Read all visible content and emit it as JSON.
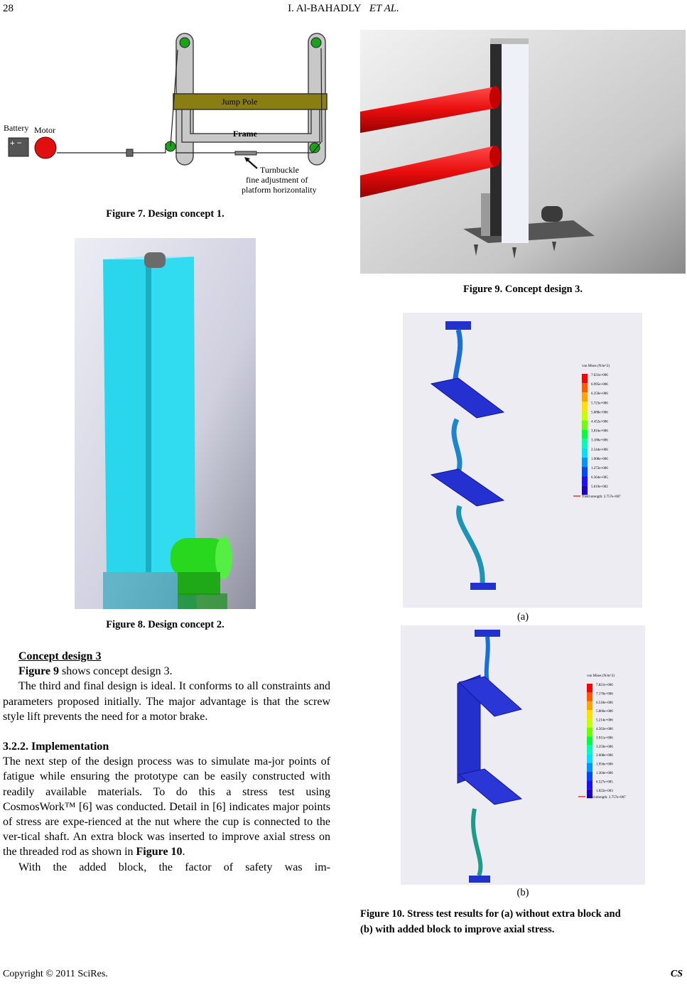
{
  "header": {
    "page_number": "28",
    "authors": "I. Al-BAHADLY",
    "et_al": "ET AL."
  },
  "figure7": {
    "caption": "Figure 7. Design concept 1.",
    "labels": {
      "battery": "Battery",
      "motor": "Motor",
      "jump_pole": "Jump Pole",
      "frame": "Frame",
      "turnbuckle": "Turnbuckle",
      "fine_adjustment": "fine adjustment of",
      "platform": "platform horizontality"
    }
  },
  "figure8": {
    "caption": "Figure 8. Design concept 2."
  },
  "figure9": {
    "caption": "Figure 9. Concept design 3."
  },
  "figure10": {
    "sub_a": "(a)",
    "sub_b": "(b)",
    "caption_line1": "Figure 10. Stress test results for (a) without extra block and",
    "caption_line2": "(b) with added block to improve axial stress.",
    "legend_a": {
      "title": "von Mises (N/m^2)",
      "values": [
        "7.631e+006",
        "6.995e+006",
        "6.359e+006",
        "5.723e+006",
        "5.088e+006",
        "4.452e+006",
        "3.816e+006",
        "3.180e+006",
        "2.544e+006",
        "1.908e+006",
        "1.272e+006",
        "6.364e+005",
        "5.619e+002"
      ],
      "yield": "Yield strength: 2.757e+007"
    },
    "legend_b": {
      "title": "von Mises (N/m^2)",
      "values": [
        "7.821e+006",
        "7.170e+006",
        "6.518e+006",
        "5.866e+006",
        "5.214e+006",
        "4.563e+006",
        "3.911e+006",
        "3.259e+006",
        "2.608e+006",
        "1.956e+006",
        "1.304e+006",
        "6.527e+005",
        "1.022e+003"
      ],
      "yield": "Yield strength: 2.757e+007"
    }
  },
  "body": {
    "heading": "Concept design 3",
    "fig9_ref": "Figure 9",
    "fig9_rest": " shows concept design 3.",
    "para1": "The third and final design is ideal. It conforms to all constraints and parameters proposed initially. The major advantage is that the screw style lift prevents the need for a motor brake.",
    "section_heading": "3.2.2. Implementation",
    "para2_start": "The next step of the design process was to simulate ma-jor points of fatigue while ensuring the prototype can be easily constructed with readily available materials. To do this a stress test using CosmosWork™ [6] was conducted. Detail in [6] indicates major points of stress are expe-rienced at the nut where the cup is connected to the ver-tical shaft. An extra block was inserted to improve axial stress on the threaded rod as shown in ",
    "fig10_ref": "Figure 10",
    "para2_end": ".",
    "para3": "With the added block, the factor of safety was im-"
  },
  "footer": {
    "copyright": "Copyright © 2011 SciRes.",
    "journal": "CS"
  }
}
